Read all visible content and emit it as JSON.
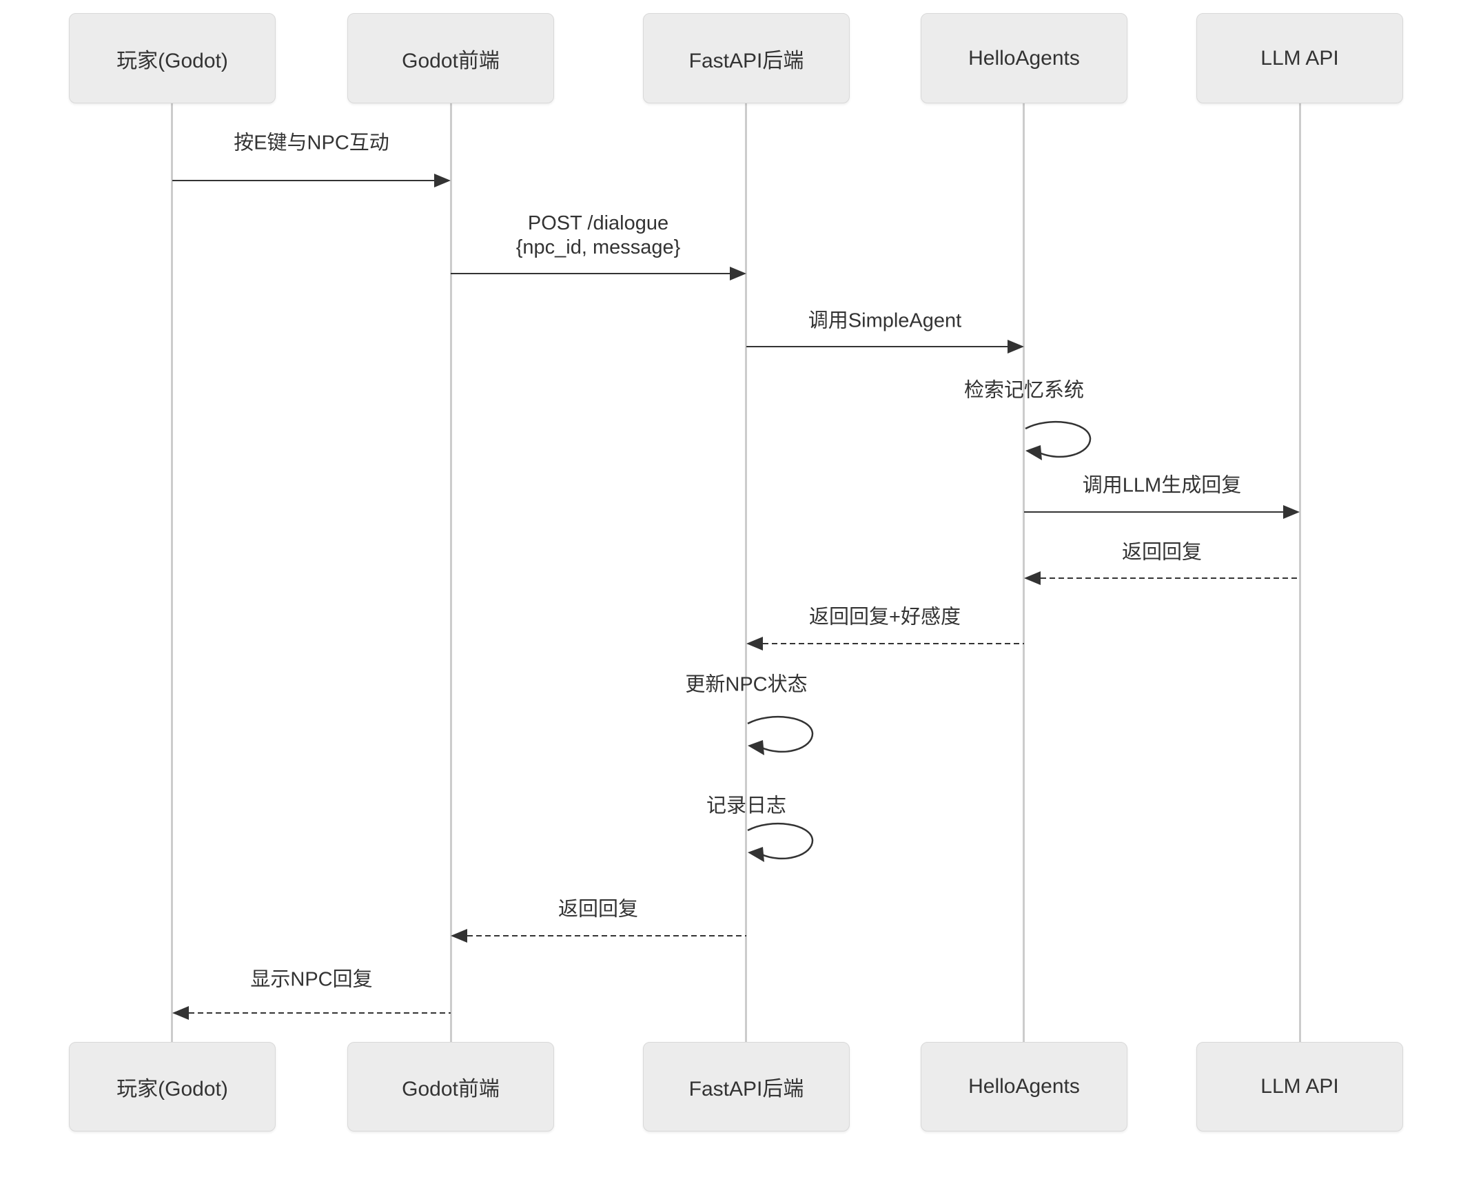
{
  "diagram": {
    "type": "sequence-diagram",
    "background": "#ffffff",
    "colors": {
      "actor_fill": "#ececec",
      "actor_border": "#d9d9d9",
      "lifeline": "#cccccc",
      "arrow": "#333333",
      "text": "#333333"
    },
    "participants": [
      {
        "id": "player",
        "label": "玩家(Godot)"
      },
      {
        "id": "godot-frontend",
        "label": "Godot前端"
      },
      {
        "id": "fastapi-backend",
        "label": "FastAPI后端"
      },
      {
        "id": "helloagents",
        "label": "HelloAgents"
      },
      {
        "id": "llm-api",
        "label": "LLM API"
      }
    ],
    "messages": [
      {
        "from": "玩家(Godot)",
        "to": "Godot前端",
        "label": "按E键与NPC互动",
        "line": "solid"
      },
      {
        "from": "Godot前端",
        "to": "FastAPI后端",
        "label": "POST /dialogue",
        "label2": "{npc_id, message}",
        "line": "solid"
      },
      {
        "from": "FastAPI后端",
        "to": "HelloAgents",
        "label": "调用SimpleAgent",
        "line": "solid"
      },
      {
        "from": "HelloAgents",
        "to": "HelloAgents",
        "label": "检索记忆系统",
        "line": "self"
      },
      {
        "from": "HelloAgents",
        "to": "LLM API",
        "label": "调用LLM生成回复",
        "line": "solid"
      },
      {
        "from": "LLM API",
        "to": "HelloAgents",
        "label": "返回回复",
        "line": "dashed"
      },
      {
        "from": "HelloAgents",
        "to": "FastAPI后端",
        "label": "返回回复+好感度",
        "line": "dashed"
      },
      {
        "from": "FastAPI后端",
        "to": "FastAPI后端",
        "label": "更新NPC状态",
        "line": "self"
      },
      {
        "from": "FastAPI后端",
        "to": "FastAPI后端",
        "label": "记录日志",
        "line": "self"
      },
      {
        "from": "FastAPI后端",
        "to": "Godot前端",
        "label": "返回回复",
        "line": "dashed"
      },
      {
        "from": "Godot前端",
        "to": "玩家(Godot)",
        "label": "显示NPC回复",
        "line": "dashed"
      }
    ]
  }
}
